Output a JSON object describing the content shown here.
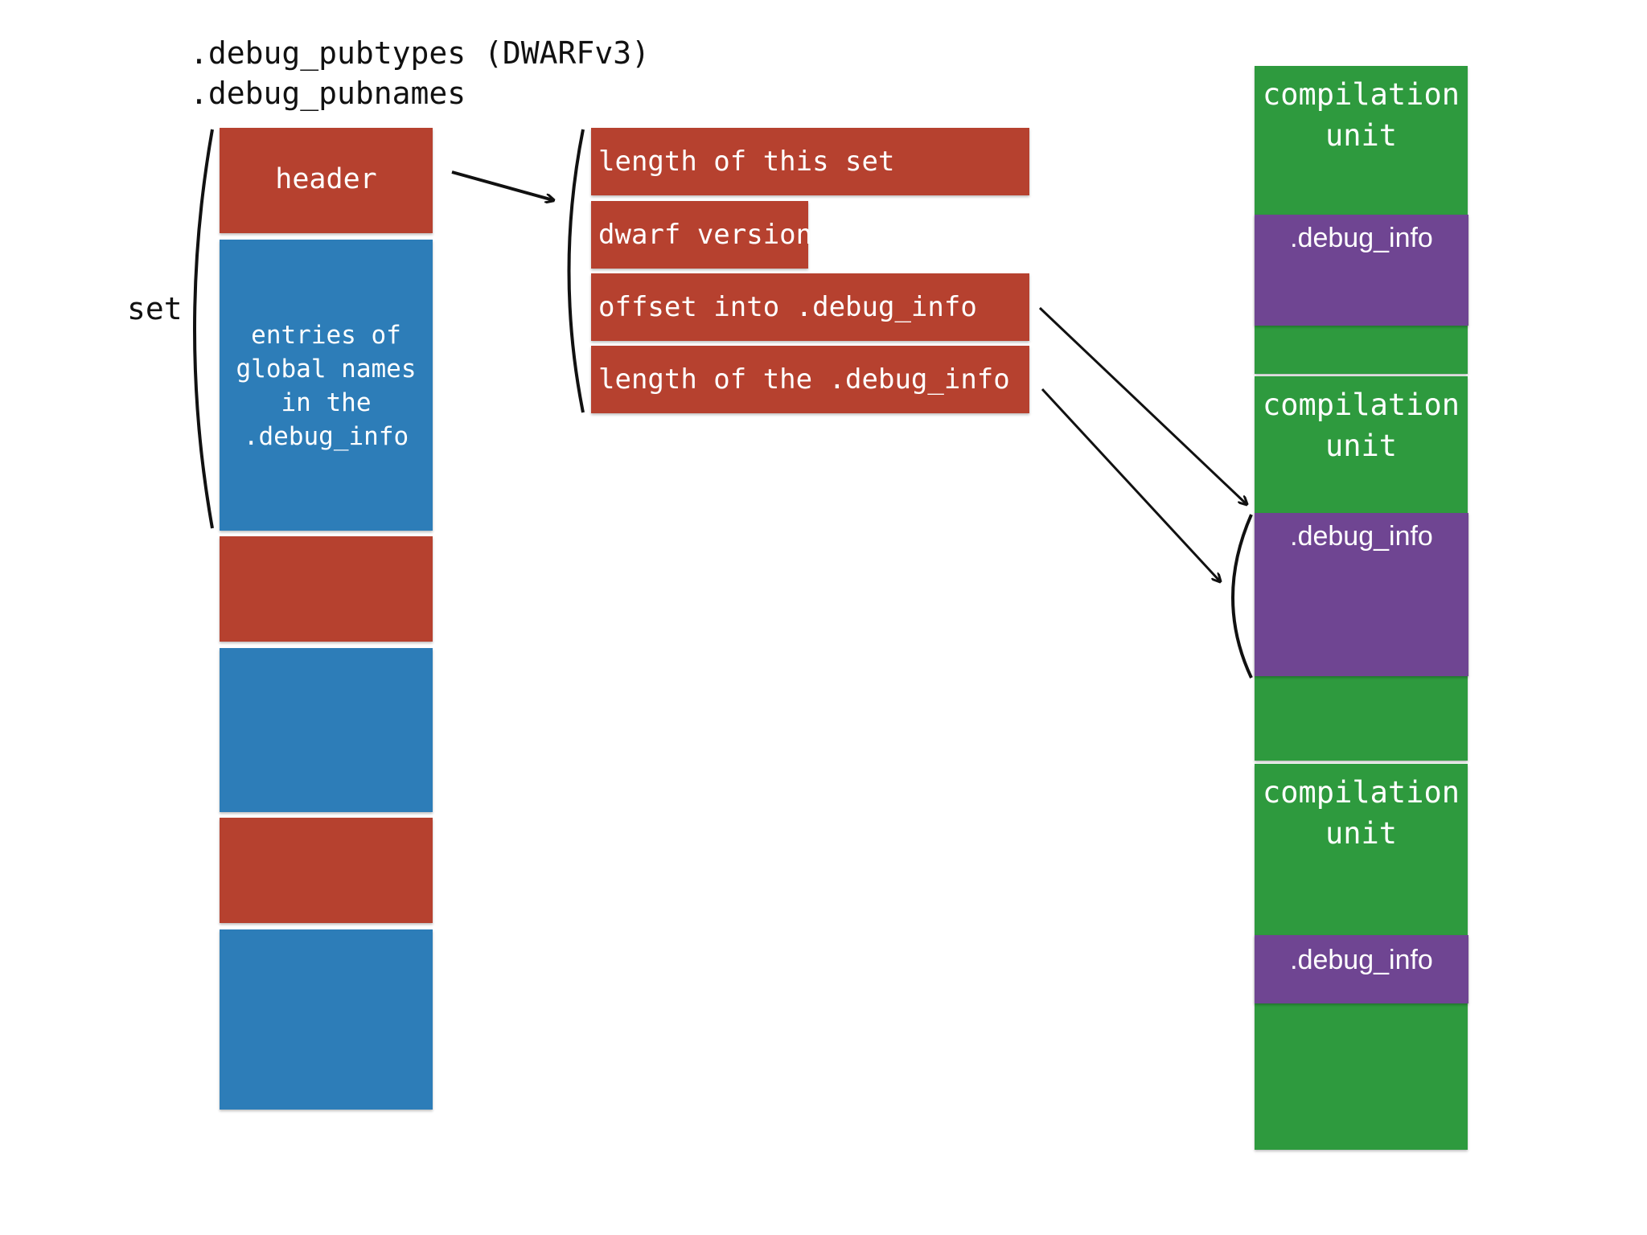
{
  "section_titles": {
    "pubtypes": ".debug_pubtypes (DWARFv3)",
    "pubnames": ".debug_pubnames"
  },
  "set_label": "set",
  "table_blocks": {
    "header": "header",
    "entries": "entries of\nglobal names\nin the\n.debug_info"
  },
  "header_fields": [
    "length of this set",
    "dwarf version",
    "offset into .debug_info",
    "length of the .debug_info"
  ],
  "compilation_units": [
    {
      "title": "compilation\nunit",
      "info": ".debug_info"
    },
    {
      "title": "compilation\nunit",
      "info": ".debug_info"
    },
    {
      "title": "compilation\nunit",
      "info": ".debug_info"
    }
  ],
  "colors": {
    "header_red": "#b6412f",
    "entries_blue": "#2d7db8",
    "unit_green": "#2e9a3e",
    "info_purple": "#6f4592",
    "line": "#111111"
  },
  "icons": [
    "arrow-right-icon",
    "arrow-down-right-icon",
    "brace-left-icon"
  ]
}
